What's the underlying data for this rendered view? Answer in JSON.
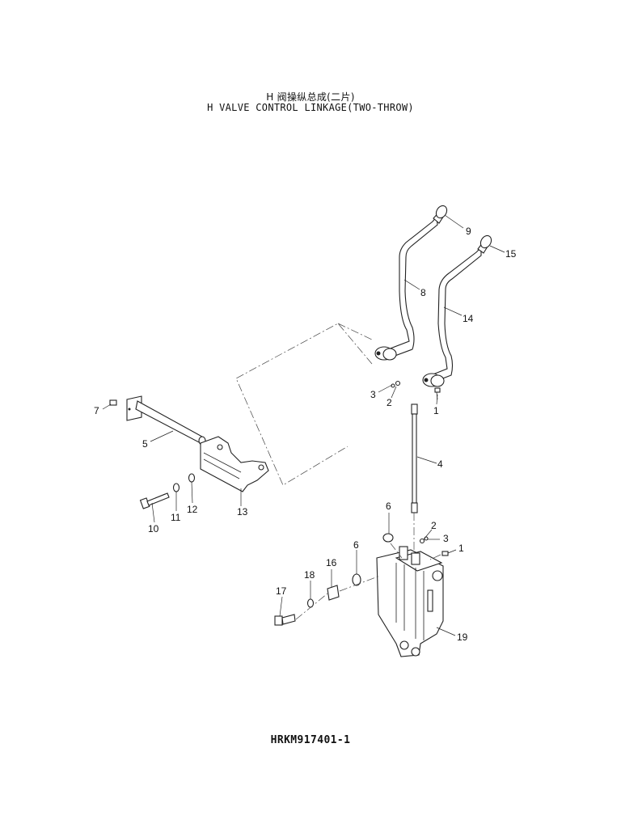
{
  "title": {
    "cn": "H 阀操纵总成(二片)",
    "en": "H VALVE CONTROL LINKAGE(TWO-THROW)"
  },
  "drawing_code": "HRKM917401-1",
  "callouts": [
    "9",
    "15",
    "8",
    "14",
    "3",
    "2",
    "1",
    "7",
    "5",
    "4",
    "10",
    "11",
    "12",
    "13",
    "6",
    "2",
    "3",
    "1",
    "6",
    "16",
    "18",
    "17",
    "19"
  ]
}
